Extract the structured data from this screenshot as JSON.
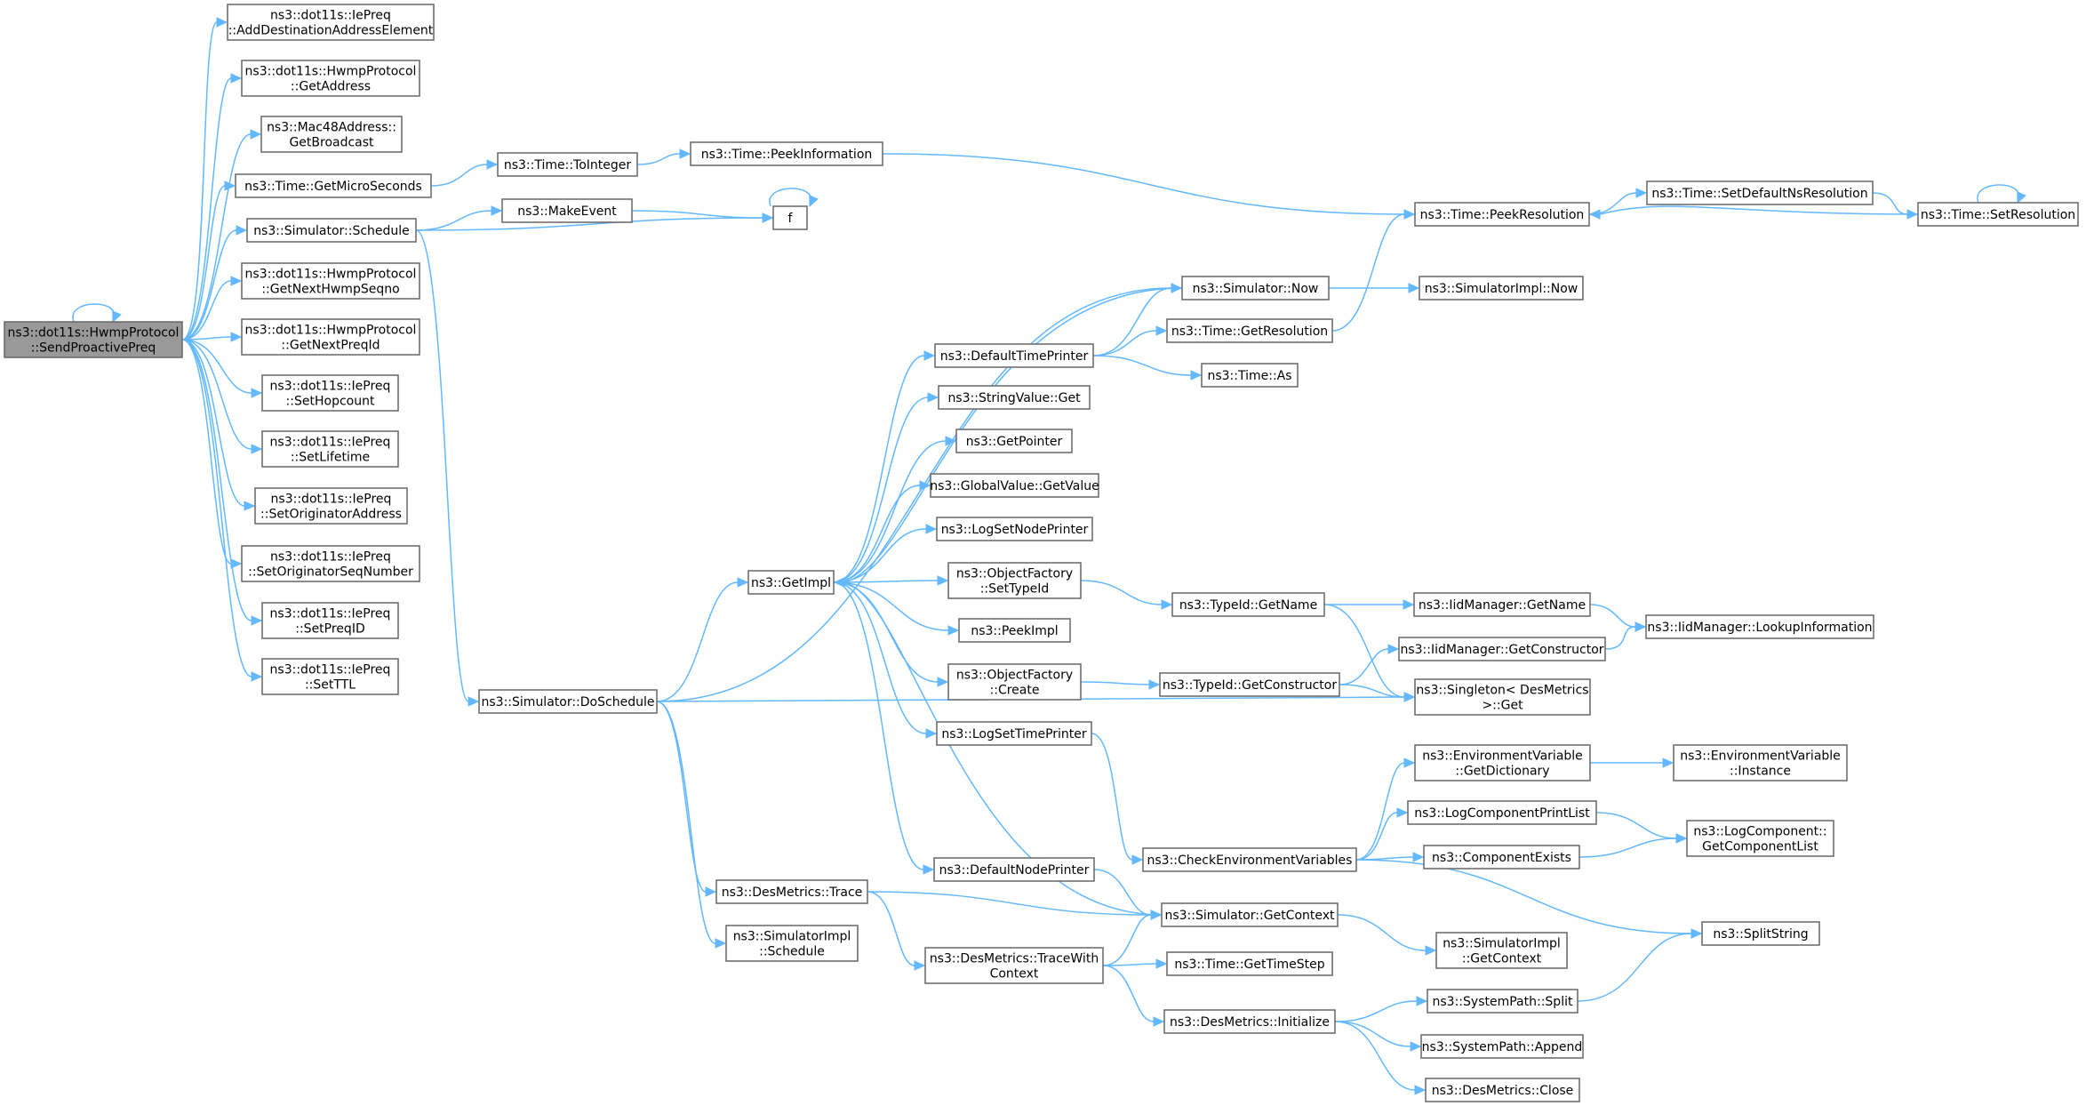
{
  "nodes": [
    {
      "id": "root",
      "lines": [
        "ns3::dot11s::HwmpProtocol",
        "::SendProactivePreq"
      ],
      "root": true
    },
    {
      "id": "addDest",
      "lines": [
        "ns3::dot11s::IePreq",
        "::AddDestinationAddressElement"
      ]
    },
    {
      "id": "getAddress",
      "lines": [
        "ns3::dot11s::HwmpProtocol",
        "::GetAddress"
      ]
    },
    {
      "id": "getBroadcast",
      "lines": [
        "ns3::Mac48Address::",
        "GetBroadcast"
      ]
    },
    {
      "id": "getMicro",
      "lines": [
        "ns3::Time::GetMicroSeconds"
      ]
    },
    {
      "id": "schedule",
      "lines": [
        "ns3::Simulator::Schedule"
      ]
    },
    {
      "id": "nextSeq",
      "lines": [
        "ns3::dot11s::HwmpProtocol",
        "::GetNextHwmpSeqno"
      ]
    },
    {
      "id": "nextPreq",
      "lines": [
        "ns3::dot11s::HwmpProtocol",
        "::GetNextPreqId"
      ]
    },
    {
      "id": "setHop",
      "lines": [
        "ns3::dot11s::IePreq",
        "::SetHopcount"
      ]
    },
    {
      "id": "setLife",
      "lines": [
        "ns3::dot11s::IePreq",
        "::SetLifetime"
      ]
    },
    {
      "id": "setOrigAddr",
      "lines": [
        "ns3::dot11s::IePreq",
        "::SetOriginatorAddress"
      ]
    },
    {
      "id": "setOrigSeq",
      "lines": [
        "ns3::dot11s::IePreq",
        "::SetOriginatorSeqNumber"
      ]
    },
    {
      "id": "setPreqId",
      "lines": [
        "ns3::dot11s::IePreq",
        "::SetPreqID"
      ]
    },
    {
      "id": "setTtl",
      "lines": [
        "ns3::dot11s::IePreq",
        "::SetTTL"
      ]
    },
    {
      "id": "toInteger",
      "lines": [
        "ns3::Time::ToInteger"
      ]
    },
    {
      "id": "peekInfo",
      "lines": [
        "ns3::Time::PeekInformation"
      ]
    },
    {
      "id": "makeEvent",
      "lines": [
        "ns3::MakeEvent"
      ]
    },
    {
      "id": "f",
      "lines": [
        "f"
      ]
    },
    {
      "id": "doSchedule",
      "lines": [
        "ns3::Simulator::DoSchedule"
      ]
    },
    {
      "id": "peekRes",
      "lines": [
        "ns3::Time::PeekResolution"
      ]
    },
    {
      "id": "setDefNs",
      "lines": [
        "ns3::Time::SetDefaultNsResolution"
      ]
    },
    {
      "id": "setRes",
      "lines": [
        "ns3::Time::SetResolution"
      ]
    },
    {
      "id": "simNow",
      "lines": [
        "ns3::Simulator::Now"
      ]
    },
    {
      "id": "simImplNow",
      "lines": [
        "ns3::SimulatorImpl::Now"
      ]
    },
    {
      "id": "defTimePrinter",
      "lines": [
        "ns3::DefaultTimePrinter"
      ]
    },
    {
      "id": "getResolution",
      "lines": [
        "ns3::Time::GetResolution"
      ]
    },
    {
      "id": "timeAs",
      "lines": [
        "ns3::Time::As"
      ]
    },
    {
      "id": "stringGet",
      "lines": [
        "ns3::StringValue::Get"
      ]
    },
    {
      "id": "getPointer",
      "lines": [
        "ns3::GetPointer"
      ]
    },
    {
      "id": "globalGetValue",
      "lines": [
        "ns3::GlobalValue::GetValue"
      ]
    },
    {
      "id": "logSetNode",
      "lines": [
        "ns3::LogSetNodePrinter"
      ]
    },
    {
      "id": "getImpl",
      "lines": [
        "ns3::GetImpl"
      ]
    },
    {
      "id": "ofSetTypeId",
      "lines": [
        "ns3::ObjectFactory",
        "::SetTypeId"
      ]
    },
    {
      "id": "typeGetName",
      "lines": [
        "ns3::TypeId::GetName"
      ]
    },
    {
      "id": "iidGetName",
      "lines": [
        "ns3::IidManager::GetName"
      ]
    },
    {
      "id": "iidLookup",
      "lines": [
        "ns3::IidManager::LookupInformation"
      ]
    },
    {
      "id": "peekImpl",
      "lines": [
        "ns3::PeekImpl"
      ]
    },
    {
      "id": "iidGetCtor",
      "lines": [
        "ns3::IidManager::GetConstructor"
      ]
    },
    {
      "id": "ofCreate",
      "lines": [
        "ns3::ObjectFactory",
        "::Create"
      ]
    },
    {
      "id": "typeGetCtor",
      "lines": [
        "ns3::TypeId::GetConstructor"
      ]
    },
    {
      "id": "singletonGet",
      "lines": [
        "ns3::Singleton< DesMetrics",
        ">::Get"
      ]
    },
    {
      "id": "logSetTime",
      "lines": [
        "ns3::LogSetTimePrinter"
      ]
    },
    {
      "id": "envGetDict",
      "lines": [
        "ns3::EnvironmentVariable",
        "::GetDictionary"
      ]
    },
    {
      "id": "envInstance",
      "lines": [
        "ns3::EnvironmentVariable",
        "::Instance"
      ]
    },
    {
      "id": "logCompPrint",
      "lines": [
        "ns3::LogComponentPrintList"
      ]
    },
    {
      "id": "logCompList",
      "lines": [
        "ns3::LogComponent::",
        "GetComponentList"
      ]
    },
    {
      "id": "compExists",
      "lines": [
        "ns3::ComponentExists"
      ]
    },
    {
      "id": "checkEnv",
      "lines": [
        "ns3::CheckEnvironmentVariables"
      ]
    },
    {
      "id": "defNodePrinter",
      "lines": [
        "ns3::DefaultNodePrinter"
      ]
    },
    {
      "id": "desTrace",
      "lines": [
        "ns3::DesMetrics::Trace"
      ]
    },
    {
      "id": "simGetContext",
      "lines": [
        "ns3::Simulator::GetContext"
      ]
    },
    {
      "id": "splitString",
      "lines": [
        "ns3::SplitString"
      ]
    },
    {
      "id": "simImplSchedule",
      "lines": [
        "ns3::SimulatorImpl",
        "::Schedule"
      ]
    },
    {
      "id": "traceWithCtx",
      "lines": [
        "ns3::DesMetrics::TraceWith",
        "Context"
      ]
    },
    {
      "id": "getTimeStep",
      "lines": [
        "ns3::Time::GetTimeStep"
      ]
    },
    {
      "id": "simImplGetCtx",
      "lines": [
        "ns3::SimulatorImpl",
        "::GetContext"
      ]
    },
    {
      "id": "sysSplit",
      "lines": [
        "ns3::SystemPath::Split"
      ]
    },
    {
      "id": "desInit",
      "lines": [
        "ns3::DesMetrics::Initialize"
      ]
    },
    {
      "id": "sysAppend",
      "lines": [
        "ns3::SystemPath::Append"
      ]
    },
    {
      "id": "desClose",
      "lines": [
        "ns3::DesMetrics::Close"
      ]
    }
  ],
  "edges": [
    [
      "root",
      "root"
    ],
    [
      "root",
      "addDest"
    ],
    [
      "root",
      "getAddress"
    ],
    [
      "root",
      "getBroadcast"
    ],
    [
      "root",
      "getMicro"
    ],
    [
      "root",
      "schedule"
    ],
    [
      "root",
      "nextSeq"
    ],
    [
      "root",
      "nextPreq"
    ],
    [
      "root",
      "setHop"
    ],
    [
      "root",
      "setLife"
    ],
    [
      "root",
      "setOrigAddr"
    ],
    [
      "root",
      "setOrigSeq"
    ],
    [
      "root",
      "setPreqId"
    ],
    [
      "root",
      "setTtl"
    ],
    [
      "getMicro",
      "toInteger"
    ],
    [
      "toInteger",
      "peekInfo"
    ],
    [
      "peekInfo",
      "peekRes"
    ],
    [
      "schedule",
      "makeEvent"
    ],
    [
      "schedule",
      "f"
    ],
    [
      "schedule",
      "doSchedule"
    ],
    [
      "makeEvent",
      "f"
    ],
    [
      "f",
      "f"
    ],
    [
      "peekRes",
      "setDefNs"
    ],
    [
      "setDefNs",
      "setRes"
    ],
    [
      "setRes",
      "peekRes"
    ],
    [
      "setRes",
      "setRes"
    ],
    [
      "doSchedule",
      "simNow"
    ],
    [
      "doSchedule",
      "getImpl"
    ],
    [
      "doSchedule",
      "singletonGet"
    ],
    [
      "doSchedule",
      "desTrace"
    ],
    [
      "doSchedule",
      "simImplSchedule"
    ],
    [
      "simNow",
      "getImpl"
    ],
    [
      "simNow",
      "simImplNow"
    ],
    [
      "getImpl",
      "defTimePrinter"
    ],
    [
      "getImpl",
      "stringGet"
    ],
    [
      "getImpl",
      "getPointer"
    ],
    [
      "getImpl",
      "globalGetValue"
    ],
    [
      "getImpl",
      "logSetNode"
    ],
    [
      "getImpl",
      "ofSetTypeId"
    ],
    [
      "getImpl",
      "peekImpl"
    ],
    [
      "getImpl",
      "ofCreate"
    ],
    [
      "getImpl",
      "logSetTime"
    ],
    [
      "getImpl",
      "defNodePrinter"
    ],
    [
      "defTimePrinter",
      "simNow"
    ],
    [
      "defTimePrinter",
      "getResolution"
    ],
    [
      "defTimePrinter",
      "timeAs"
    ],
    [
      "getResolution",
      "peekRes"
    ],
    [
      "ofSetTypeId",
      "typeGetName"
    ],
    [
      "typeGetName",
      "iidGetName"
    ],
    [
      "typeGetName",
      "singletonGet"
    ],
    [
      "iidGetName",
      "iidLookup"
    ],
    [
      "ofCreate",
      "typeGetCtor"
    ],
    [
      "typeGetCtor",
      "iidGetCtor"
    ],
    [
      "typeGetCtor",
      "singletonGet"
    ],
    [
      "iidGetCtor",
      "iidLookup"
    ],
    [
      "logSetTime",
      "checkEnv"
    ],
    [
      "checkEnv",
      "envGetDict"
    ],
    [
      "checkEnv",
      "logCompPrint"
    ],
    [
      "checkEnv",
      "compExists"
    ],
    [
      "checkEnv",
      "splitString"
    ],
    [
      "envGetDict",
      "envInstance"
    ],
    [
      "logCompPrint",
      "logCompList"
    ],
    [
      "compExists",
      "logCompList"
    ],
    [
      "defNodePrinter",
      "simGetContext"
    ],
    [
      "simGetContext",
      "getImpl"
    ],
    [
      "simGetContext",
      "simImplGetCtx"
    ],
    [
      "desTrace",
      "simGetContext"
    ],
    [
      "desTrace",
      "traceWithCtx"
    ],
    [
      "traceWithCtx",
      "simGetContext"
    ],
    [
      "traceWithCtx",
      "getTimeStep"
    ],
    [
      "traceWithCtx",
      "desInit"
    ],
    [
      "desInit",
      "sysSplit"
    ],
    [
      "desInit",
      "sysAppend"
    ],
    [
      "desInit",
      "desClose"
    ],
    [
      "sysSplit",
      "splitString"
    ]
  ]
}
